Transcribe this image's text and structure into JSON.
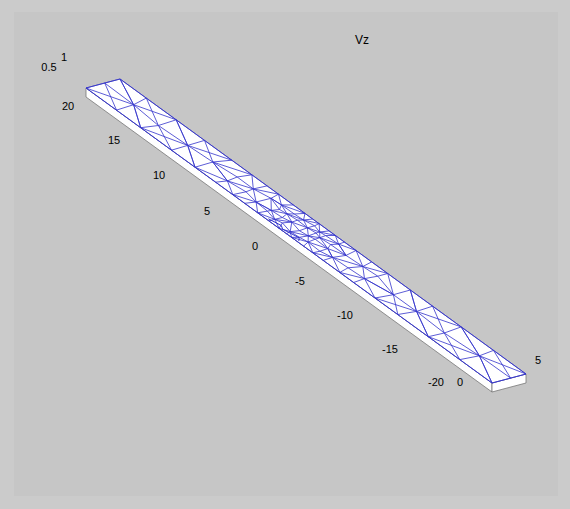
{
  "diagram": {
    "title": "Vz",
    "labels": [
      "1",
      "0.5",
      "20",
      "15",
      "10",
      "5",
      "0",
      "-5",
      "-10",
      "-15",
      "-20",
      "0",
      "5"
    ]
  }
}
